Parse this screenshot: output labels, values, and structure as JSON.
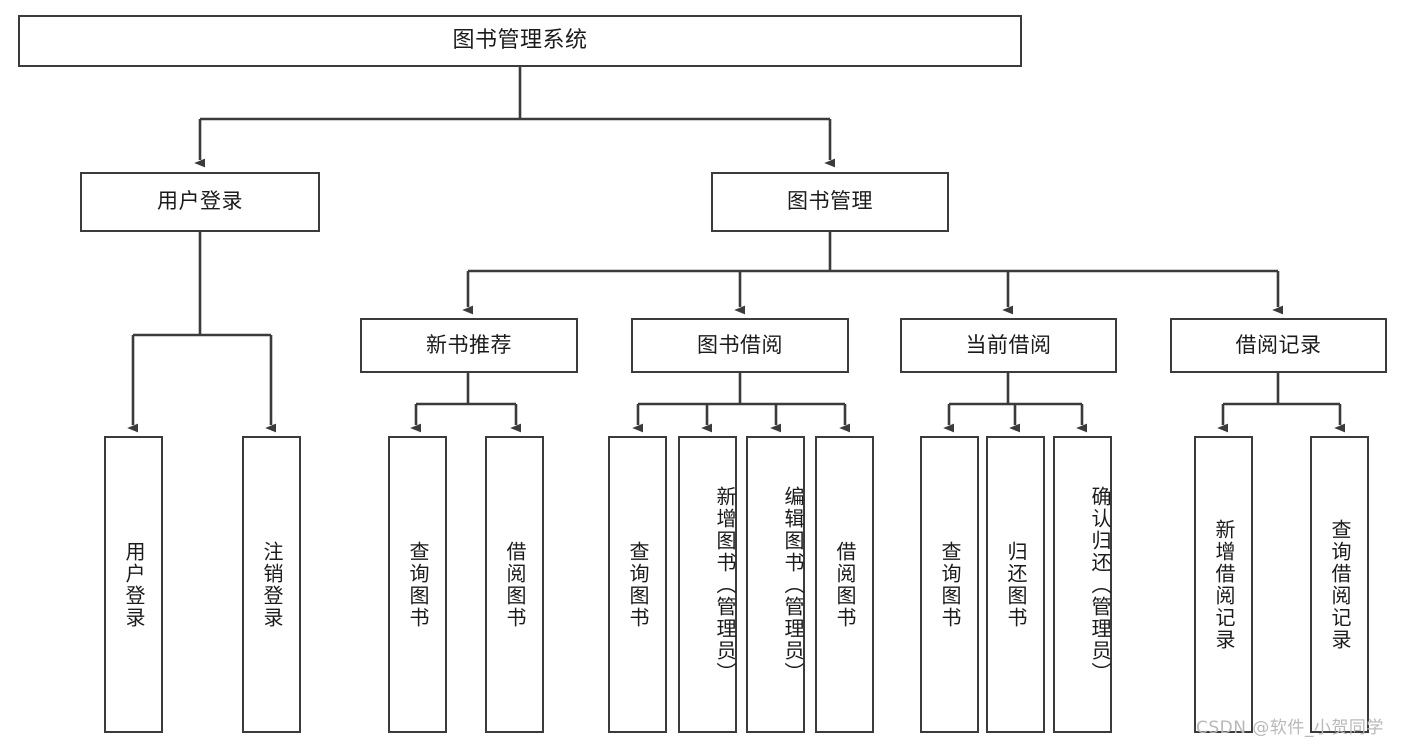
{
  "diagram": {
    "title": "图书管理系统",
    "type": "tree",
    "orientation": "top-down",
    "colors": {
      "box_border": "#3b3b3b",
      "box_fill": "#ffffff",
      "edge": "#3b3b3b",
      "text": "#1b1b1b",
      "watermark": "#b9b9b9",
      "background": "#ffffff"
    },
    "root": {
      "label": "图书管理系统"
    },
    "level2": [
      {
        "label": "用户登录"
      },
      {
        "label": "图书管理"
      }
    ],
    "level3": [
      {
        "label": "新书推荐"
      },
      {
        "label": "图书借阅"
      },
      {
        "label": "当前借阅"
      },
      {
        "label": "借阅记录"
      }
    ],
    "leaves": {
      "user_login": [
        {
          "label": "用户登录"
        },
        {
          "label": "注销登录"
        }
      ],
      "new_book_recommend": [
        {
          "label": "查询图书"
        },
        {
          "label": "借阅图书"
        }
      ],
      "book_borrow": [
        {
          "label": "查询图书"
        },
        {
          "label": "新增图书（管理员）"
        },
        {
          "label": "编辑图书（管理员）"
        },
        {
          "label": "借阅图书"
        }
      ],
      "current_borrow": [
        {
          "label": "查询图书"
        },
        {
          "label": "归还图书"
        },
        {
          "label": "确认归还（管理员）"
        }
      ],
      "borrow_record": [
        {
          "label": "新增借阅记录"
        },
        {
          "label": "查询借阅记录"
        }
      ]
    }
  },
  "watermark": {
    "text": "CSDN @软件_小贺同学"
  }
}
